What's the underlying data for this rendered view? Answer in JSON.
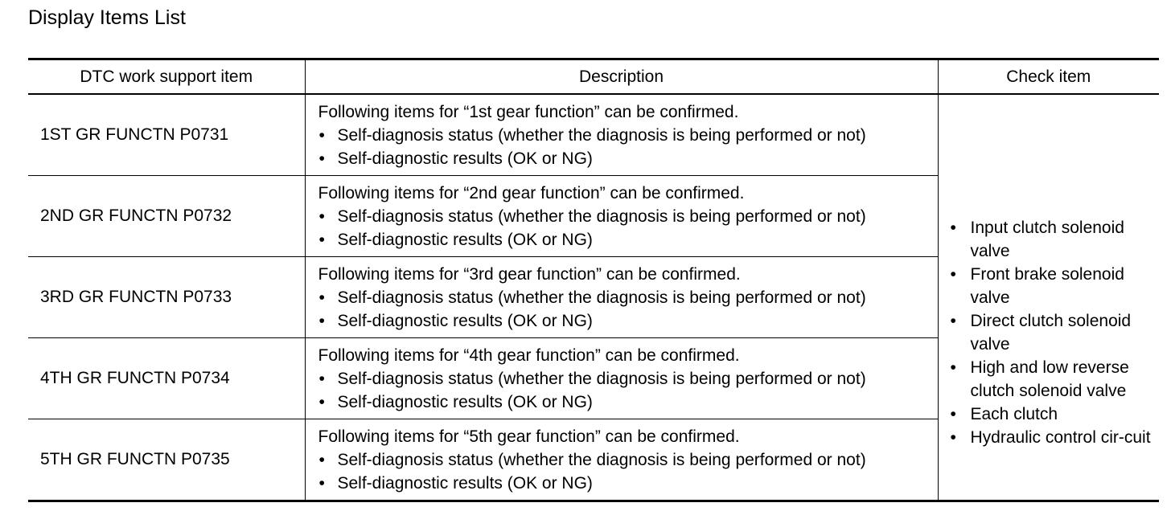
{
  "page": {
    "title": "Display Items List"
  },
  "table": {
    "headers": {
      "item": "DTC work support item",
      "description": "Description",
      "check": "Check item"
    },
    "bullet": "•",
    "rows": [
      {
        "item": "1ST GR FUNCTN P0731",
        "intro": "Following items for “1st gear function” can be confirmed.",
        "bullets": [
          "Self-diagnosis status (whether the diagnosis is being performed or not)",
          "Self-diagnostic results (OK or NG)"
        ]
      },
      {
        "item": "2ND GR FUNCTN P0732",
        "intro": "Following items for “2nd gear function” can be confirmed.",
        "bullets": [
          "Self-diagnosis status (whether the diagnosis is being performed or not)",
          "Self-diagnostic results (OK or NG)"
        ]
      },
      {
        "item": "3RD GR FUNCTN P0733",
        "intro": "Following items for “3rd gear function” can be confirmed.",
        "bullets": [
          "Self-diagnosis status (whether the diagnosis is being performed or not)",
          "Self-diagnostic results (OK or NG)"
        ]
      },
      {
        "item": "4TH GR FUNCTN P0734",
        "intro": "Following items for “4th gear function” can be confirmed.",
        "bullets": [
          "Self-diagnosis status (whether the diagnosis is being performed or not)",
          "Self-diagnostic results (OK or NG)"
        ]
      },
      {
        "item": "5TH GR FUNCTN P0735",
        "intro": "Following items for “5th gear function” can be confirmed.",
        "bullets": [
          "Self-diagnosis status (whether the diagnosis is being performed or not)",
          "Self-diagnostic results (OK or NG)"
        ]
      }
    ],
    "check_items": [
      "Input clutch solenoid valve",
      "Front brake solenoid valve",
      "Direct clutch solenoid valve",
      "High and low reverse clutch solenoid valve",
      "Each clutch",
      "Hydraulic control cir-cuit"
    ]
  }
}
